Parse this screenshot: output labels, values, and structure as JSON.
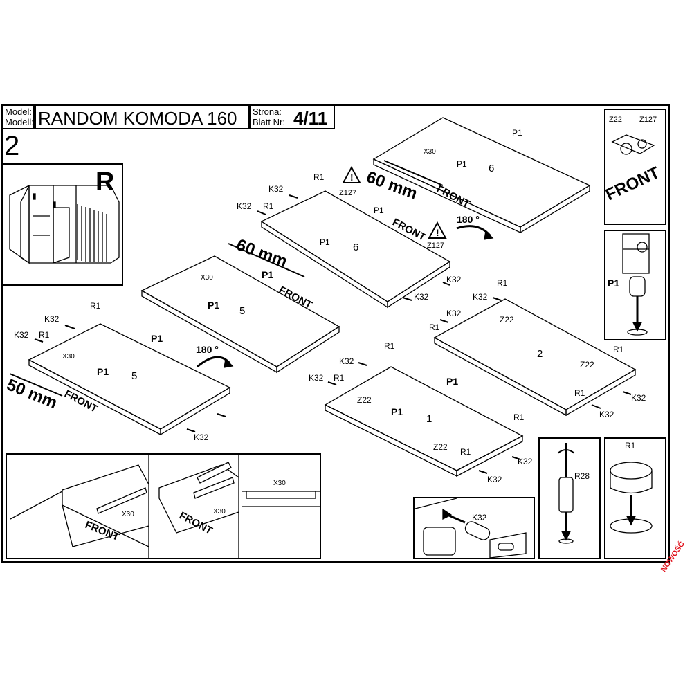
{
  "header": {
    "model_label_1": "Model:",
    "model_label_2": "Modell:",
    "title": "RANDOM KOMODA 160",
    "strona_label_1": "Strona:",
    "strona_label_2": "Blatt Nr:",
    "sheet": "4/11"
  },
  "step": "2",
  "preview": {
    "side": "R"
  },
  "labels": {
    "front": "FRONT",
    "mm60": "60 mm",
    "mm50": "50 mm",
    "deg180": "180 °",
    "k32": "K32",
    "r1": "R1",
    "p1": "P1",
    "x30": "X30",
    "z22": "Z22",
    "z127": "Z127",
    "r28": "R28"
  },
  "panel_numbers": {
    "p1": "1",
    "p2": "2",
    "p5": "5",
    "p6": "6"
  },
  "badge": "NOWOŚĆ",
  "colors": {
    "badge": "#e0101a",
    "line": "#000000"
  }
}
